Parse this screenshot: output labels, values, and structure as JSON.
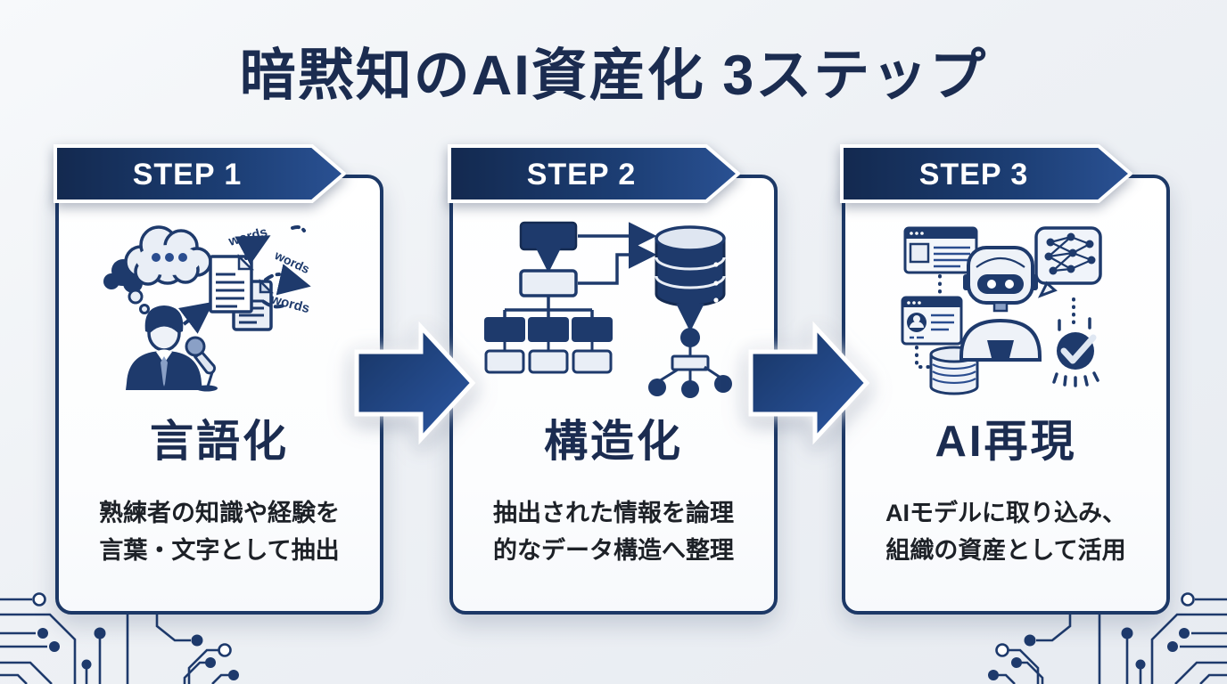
{
  "title": "暗黙知のAI資産化 3ステップ",
  "steps": [
    {
      "banner": "STEP 1",
      "title": "言語化",
      "desc_line1": "熟練者の知識や経験を",
      "desc_line2": "言葉・文字として抽出"
    },
    {
      "banner": "STEP 2",
      "title": "構造化",
      "desc_line1": "抽出された情報を論理",
      "desc_line2": "的なデータ構造へ整理"
    },
    {
      "banner": "STEP 3",
      "title": "AI再現",
      "desc_line1": "AIモデルに取り込み、",
      "desc_line2": "組織の資産として活用"
    }
  ],
  "words_labels": {
    "w1": "words",
    "w2": "words",
    "w3": "words"
  },
  "colors": {
    "navy": "#1e3a6c",
    "navy_dark": "#13294f",
    "light_fill": "#e9eef6",
    "background": "#eef1f5",
    "white": "#ffffff"
  }
}
